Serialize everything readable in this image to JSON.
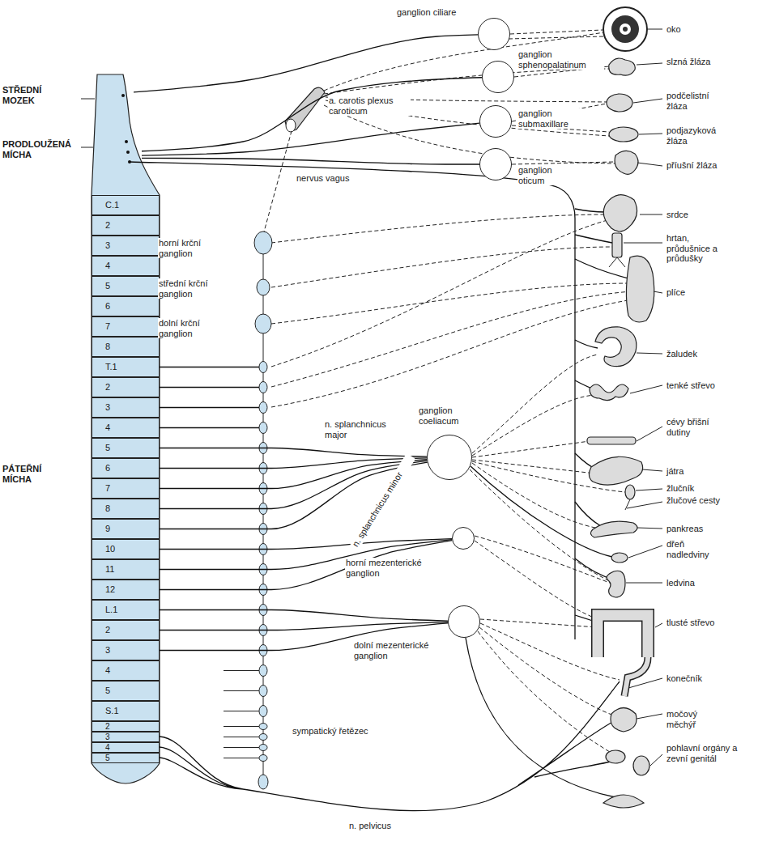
{
  "diagram": {
    "nodes": [
      {
        "text": [
          "STŘEDNÍ MOZEK"
        ]
      },
      {
        "text": [
          "PRODLOUŽENÁ MÍCHA"
        ]
      },
      {
        "text": [
          "PÁTEŘNÍ MÍCHA"
        ]
      },
      {
        "text": [
          "C.1"
        ],
        "in": 2
      },
      {
        "text": [
          "2"
        ],
        "in": 2
      },
      {
        "text": [
          "3"
        ],
        "in": 2
      },
      {
        "text": [
          "4"
        ],
        "in": 2
      },
      {
        "text": [
          "5"
        ],
        "in": 2
      },
      {
        "text": [
          "6"
        ],
        "in": 2
      },
      {
        "text": [
          "7"
        ],
        "in": 2
      },
      {
        "text": [
          "8"
        ],
        "in": 2
      },
      {
        "text": [
          "T.1"
        ],
        "in": 2
      },
      {
        "text": [
          "2"
        ],
        "in": 2
      },
      {
        "text": [
          "3"
        ],
        "in": 2
      },
      {
        "text": [
          "4"
        ],
        "in": 2
      },
      {
        "text": [
          "5"
        ],
        "in": 2
      },
      {
        "text": [
          "6"
        ],
        "in": 2
      },
      {
        "text": [
          "7"
        ],
        "in": 2
      },
      {
        "text": [
          "8"
        ],
        "in": 2
      },
      {
        "text": [
          "9"
        ],
        "in": 2
      },
      {
        "text": [
          "10"
        ],
        "in": 2
      },
      {
        "text": [
          "11"
        ],
        "in": 2
      },
      {
        "text": [
          "12"
        ],
        "in": 2
      },
      {
        "text": [
          "L.1"
        ],
        "in": 2
      },
      {
        "text": [
          "2"
        ],
        "in": 2
      },
      {
        "text": [
          "3"
        ],
        "in": 2
      },
      {
        "text": [
          "4"
        ],
        "in": 2
      },
      {
        "text": [
          "5"
        ],
        "in": 2
      },
      {
        "text": [
          "S.1"
        ],
        "in": 2
      },
      {
        "text": [
          "2"
        ],
        "in": 2
      },
      {
        "text": [
          "3"
        ],
        "in": 2
      },
      {
        "text": [
          "4"
        ],
        "in": 2
      },
      {
        "text": [
          "5"
        ],
        "in": 2
      },
      {
        "text": [
          "ganglion ciliare"
        ]
      },
      {
        "text": [
          "ganglion sphenopalatinum"
        ]
      },
      {
        "text": [
          "ganglion submaxillare"
        ]
      },
      {
        "text": [
          "ganglion oticum"
        ]
      },
      {
        "text": [
          "ganglion coeliacum"
        ]
      },
      {
        "text": [
          "horní mezenterické ganglion"
        ]
      },
      {
        "text": [
          "dolní mezenterické ganglion"
        ]
      }
    ],
    "edges": [
      {
        "from": 0,
        "to": 33,
        "arrow": "none"
      },
      {
        "from": 1,
        "to": 34,
        "arrow": "none"
      },
      {
        "from": 1,
        "to": 35,
        "arrow": "none"
      },
      {
        "from": 1,
        "to": 36,
        "arrow": "none"
      },
      {
        "from": 15,
        "to": 37,
        "arrow": "none"
      },
      {
        "from": 16,
        "to": 37,
        "arrow": "none"
      },
      {
        "from": 17,
        "to": 37,
        "arrow": "none"
      },
      {
        "from": 18,
        "to": 37,
        "arrow": "none"
      },
      {
        "from": 19,
        "to": 37,
        "arrow": "none"
      },
      {
        "from": 20,
        "to": 38,
        "arrow": "none"
      },
      {
        "from": 21,
        "to": 38,
        "arrow": "none"
      },
      {
        "from": 22,
        "to": 38,
        "arrow": "none"
      },
      {
        "from": 23,
        "to": 39,
        "arrow": "none"
      },
      {
        "from": 24,
        "to": 39,
        "arrow": "none"
      },
      {
        "from": 25,
        "to": 39,
        "arrow": "none"
      }
    ],
    "labels": [
      "a. carotis plexus caroticum",
      "nervus vagus",
      "horní krční ganglion",
      "střední krční ganglion",
      "dolní krční ganglion",
      "n. splanchnicus major",
      "n. splanchnicus minor",
      "sympatický řetězec",
      "n. pelvicus",
      "oko",
      "slzná žláza",
      "podčelistní žláza",
      "podjazyková žláza",
      "příušní žláza",
      "srdce",
      "hrtan, průdušnice a průdušky",
      "plíce",
      "žaludek",
      "tenké střevo",
      "cévy břišní dutiny",
      "játra",
      "žlučník",
      "žlučové cesty",
      "pankreas",
      "dřeň nadledviny",
      "ledvina",
      "tlusté střevo",
      "konečník",
      "močový měchýř",
      "pohlavní orgány a zevní genitál"
    ]
  }
}
